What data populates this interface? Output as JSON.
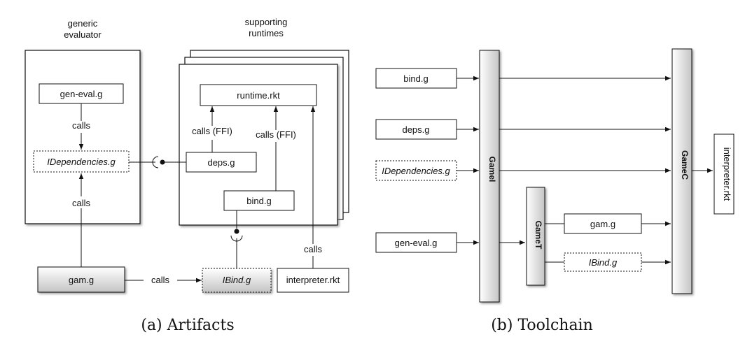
{
  "artifacts": {
    "generic_evaluator_line1": "generic",
    "generic_evaluator_line2": "evaluator",
    "supporting_runtimes_line1": "supporting",
    "supporting_runtimes_line2": "runtimes",
    "gen_eval": "gen-eval.g",
    "calls_1": "calls",
    "idependencies": "IDependencies.g",
    "calls_2": "calls",
    "runtime": "runtime.rkt",
    "calls_ffi_1": "calls (FFI)",
    "calls_ffi_2": "calls (FFI)",
    "deps": "deps.g",
    "bind": "bind.g",
    "gam": "gam.g",
    "calls_3": "calls",
    "ibind": "IBind.g",
    "interpreter": "interpreter.rkt",
    "calls_4": "calls",
    "caption": "(a) Artifacts"
  },
  "toolchain": {
    "bind": "bind.g",
    "deps": "deps.g",
    "idependencies": "IDependencies.g",
    "gen_eval": "gen-eval.g",
    "gamei": "GameI",
    "gamet": "GameT",
    "gamec": "GameC",
    "gam": "gam.g",
    "ibind": "IBind.g",
    "interpreter": "interpreter.rkt",
    "caption": "(b) Toolchain"
  }
}
